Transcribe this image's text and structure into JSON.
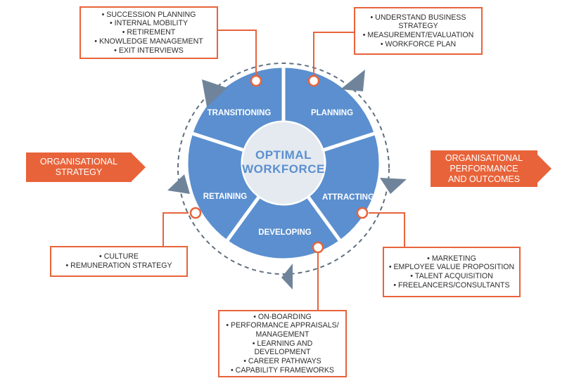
{
  "center": {
    "line1": "OPTIMAL",
    "line2": "WORKFORCE"
  },
  "segments": {
    "planning": "PLANNING",
    "attracting": "ATTRACTING",
    "developing": "DEVELOPING",
    "retaining": "RETAINING",
    "transitioning": "TRANSITIONING"
  },
  "boxes": {
    "transitioning": [
      "SUCCESSION PLANNING",
      "INTERNAL MOBILITY",
      "RETIREMENT",
      "KNOWLEDGE MANAGEMENT",
      "EXIT INTERVIEWS"
    ],
    "planning": [
      "UNDERSTAND BUSINESS",
      "STRATEGY",
      "MEASUREMENT/EVALUATION",
      "WORKFORCE PLAN"
    ],
    "retaining": [
      "CULTURE",
      "REMUNERATION STRATEGY"
    ],
    "attracting": [
      "MARKETING",
      "EMPLOYEE VALUE PROPOSITION",
      "TALENT ACQUISITION",
      "FREELANCERS/CONSULTANTS"
    ],
    "developing": [
      "ON-BOARDING",
      "PERFORMANCE APPRAISALS/",
      "MANAGEMENT",
      "LEARNING AND DEVELOPMENT",
      "CAREER PATHWAYS",
      "CAPABILITY FRAMEWORKS"
    ]
  },
  "side_arrows": {
    "left": {
      "line1": "ORGANISATIONAL",
      "line2": "STRATEGY"
    },
    "right": {
      "line1": "ORGANISATIONAL",
      "line2": "PERFORMANCE",
      "line3": "AND OUTCOMES"
    }
  },
  "colors": {
    "wheel": "#5b8fcf",
    "accent": "#e8633a",
    "center": "#e4eaf0",
    "arrowhead": "#6f849a",
    "dash": "#5f6f80"
  }
}
